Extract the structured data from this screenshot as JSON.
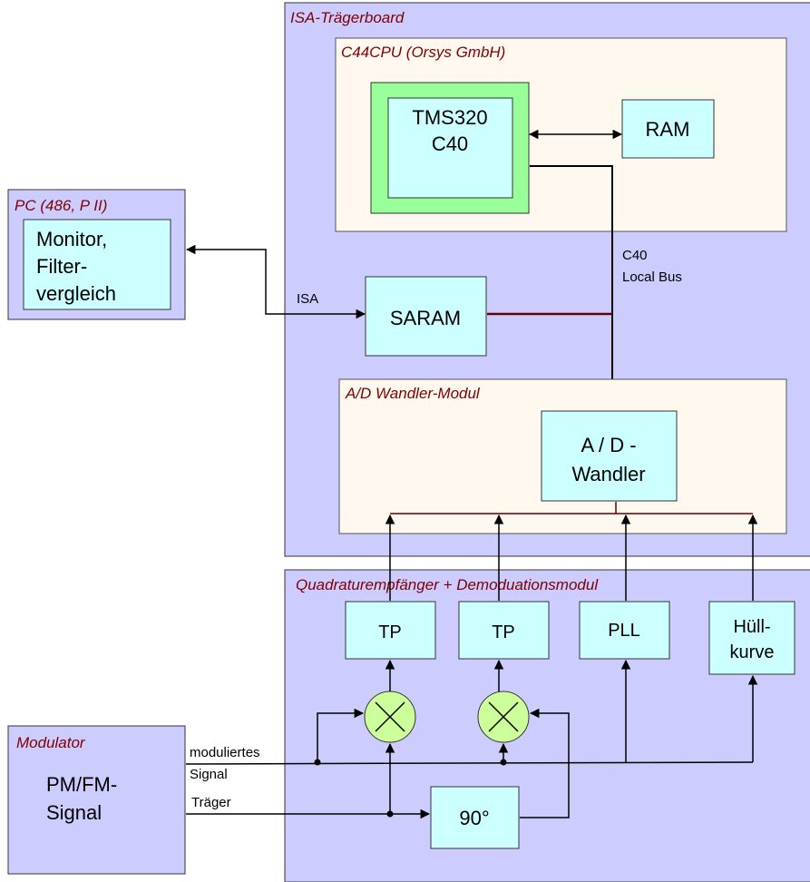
{
  "colors": {
    "purple_fill": "#ccccff",
    "beige_fill": "#fff8ee",
    "cyan_fill": "#ccffff",
    "green_fill": "#99ff99",
    "mixer_fill": "#ccff99",
    "title_color": "#800000",
    "bus_color": "#600000"
  },
  "regions": {
    "isa_board": "ISA-Trägerboard",
    "c44cpu": "C44CPU (Orsys GmbH)",
    "pc": "PC (486, P II)",
    "ad_module": "A/D Wandler-Modul",
    "quad": "Quadraturempfänger  +  Demoduationsmodul",
    "modulator": "Modulator"
  },
  "blocks": {
    "tms_line1": "TMS320",
    "tms_line2": "C40",
    "ram": "RAM",
    "monitor_line1": "Monitor,",
    "monitor_line2": "Filter-",
    "monitor_line3": "vergleich",
    "saram": "SARAM",
    "ad_line1": "A / D -",
    "ad_line2": "Wandler",
    "tp1": "TP",
    "tp2": "TP",
    "pll": "PLL",
    "huell_line1": "Hüll-",
    "huell_line2": "kurve",
    "phase90": "90°",
    "mod_line1": "PM/FM-",
    "mod_line2": "Signal"
  },
  "labels": {
    "bus_line1": "C40",
    "bus_line2": "Local Bus",
    "isa": "ISA",
    "moduliertes_line1": "moduliertes",
    "moduliertes_line2": "Signal",
    "traeger": "Träger"
  }
}
